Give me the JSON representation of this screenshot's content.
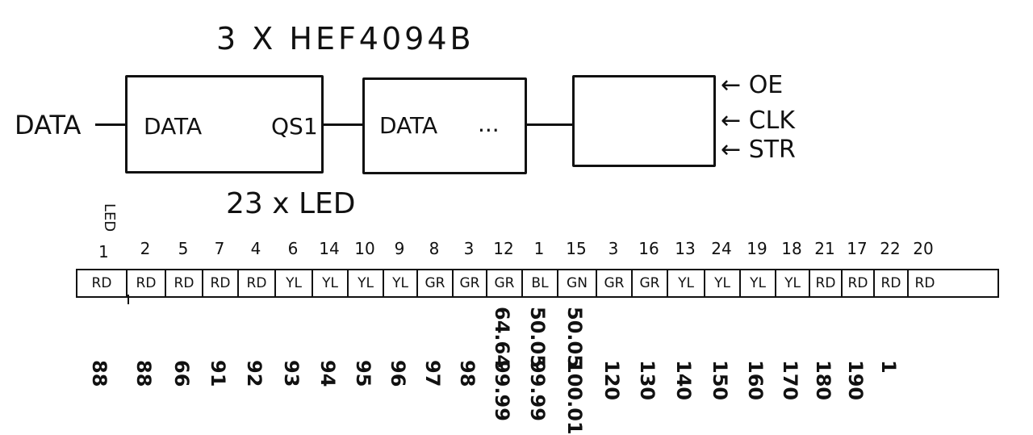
{
  "title": "3 X HEF4094B",
  "input_label": "DATA",
  "chips": [
    {
      "left_pin": "DATA",
      "right_pin": "QS1"
    },
    {
      "left_pin": "DATA",
      "right_pin": "..."
    },
    {
      "left_pin": "",
      "right_pin": ""
    }
  ],
  "control_inputs": [
    {
      "arrow": "←",
      "label": "OE"
    },
    {
      "arrow": "←",
      "label": "CLK"
    },
    {
      "arrow": "←",
      "label": "STR"
    }
  ],
  "led_count_label": "23 x LED",
  "led_axis_label": "LED",
  "led_first_index": "1",
  "led_indices": [
    "2",
    "5",
    "7",
    "4",
    "6",
    "14",
    "10",
    "9",
    "8",
    "3",
    "12",
    "1",
    "15",
    "3",
    "16",
    "13",
    "24",
    "19",
    "18",
    "21",
    "17",
    "22",
    "20"
  ],
  "strip_cells": [
    "RD",
    "RD",
    "RD",
    "RD",
    "RD",
    "YL",
    "YL",
    "YL",
    "YL",
    "GR",
    "GR",
    "GR",
    "BL",
    "GN",
    "GR",
    "GR",
    "YL",
    "YL",
    "YL",
    "YL",
    "RD",
    "RD",
    "RD",
    "RD"
  ],
  "values": [
    "88",
    "88",
    "66",
    "91",
    "92",
    "93",
    "94",
    "95",
    "96",
    "97",
    "98",
    "99.99",
    "99.99",
    "100.01",
    "120",
    "130",
    "140",
    "150",
    "160",
    "170",
    "180",
    "190",
    "1"
  ],
  "values_upper": {
    "11": "64.64",
    "12": "50.05",
    "13": "50.05"
  },
  "colors": {
    "ink": "#111111",
    "paper": "#ffffff"
  }
}
